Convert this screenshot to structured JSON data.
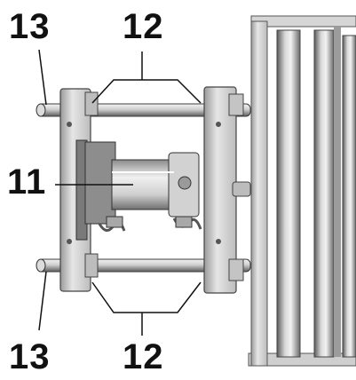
{
  "labels": {
    "top_left": "13",
    "top_center": "12",
    "middle_left": "11",
    "bottom_left": "13",
    "bottom_center": "12"
  },
  "colors": {
    "metal_light": "#e8e8e8",
    "metal_mid": "#bdbdbd",
    "metal_dark": "#6e6e6e",
    "shadow": "#333333",
    "leader_line": "#111111"
  }
}
